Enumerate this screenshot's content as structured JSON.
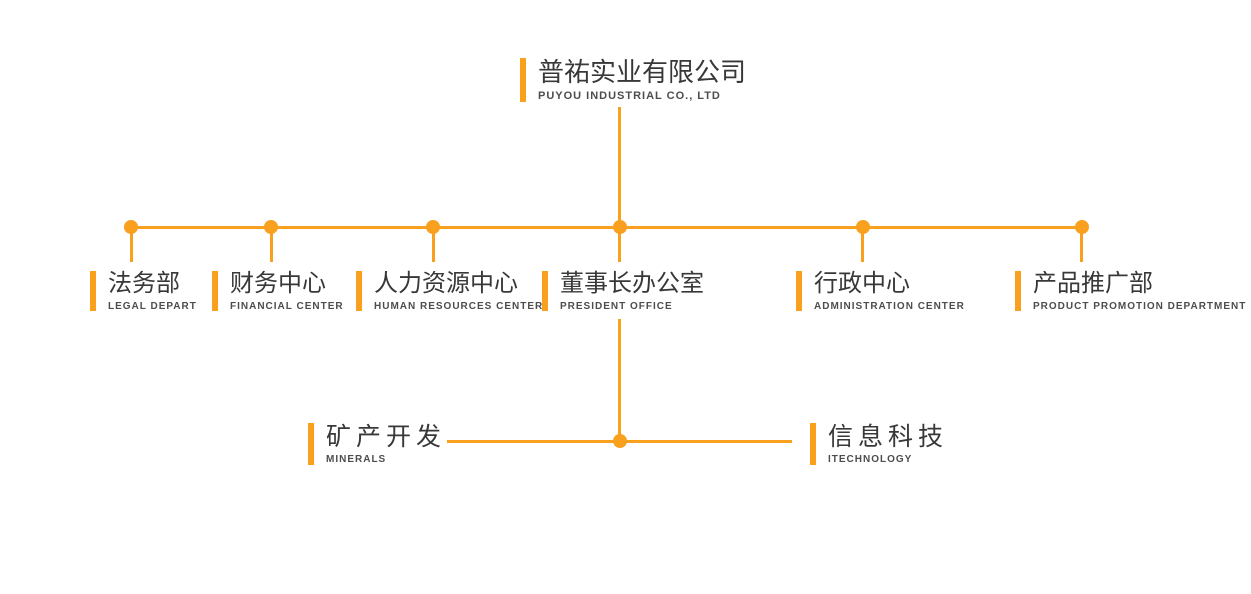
{
  "palette": {
    "accent": "#F9A01E",
    "text_zh": "#383838",
    "text_en": "#4D4D4D"
  },
  "root": {
    "zh": "普祐实业有限公司",
    "en": "PUYOU INDUSTRIAL CO., LTD"
  },
  "departments": [
    {
      "zh": "法务部",
      "en": "LEGAL DEPART"
    },
    {
      "zh": "财务中心",
      "en": "FINANCIAL CENTER"
    },
    {
      "zh": "人力资源中心",
      "en": "HUMAN RESOURCES CENTER"
    },
    {
      "zh": "董事长办公室",
      "en": "PRESIDENT OFFICE"
    },
    {
      "zh": "行政中心",
      "en": "ADMINISTRATION CENTER"
    },
    {
      "zh": "产品推广部",
      "en": "PRODUCT PROMOTION DEPARTMENT"
    }
  ],
  "subdivisions": [
    {
      "zh": "矿产开发",
      "en": "MINERALS"
    },
    {
      "zh": "信息科技",
      "en": "ITECHNOLOGY"
    }
  ]
}
